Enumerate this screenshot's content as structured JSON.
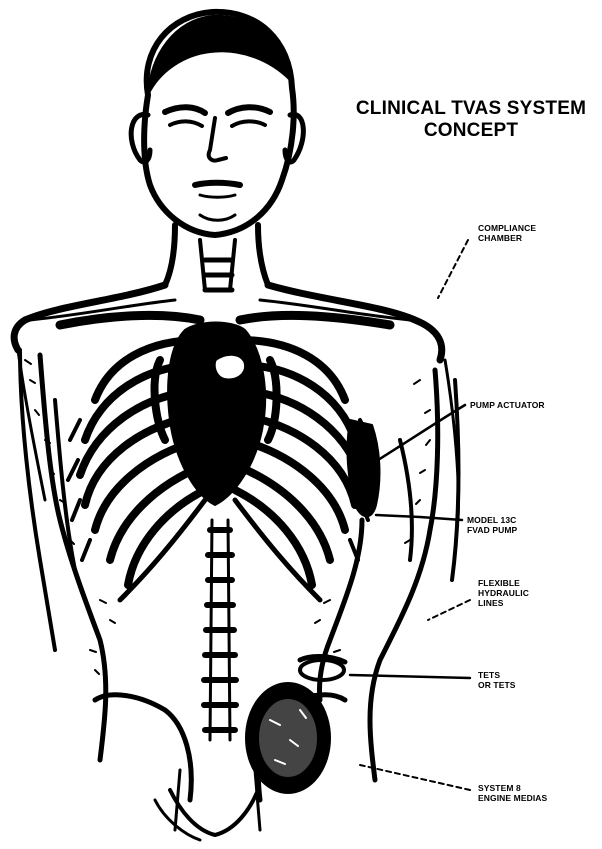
{
  "title": {
    "line1": "CLINICAL TVAS SYSTEM",
    "line2": "CONCEPT"
  },
  "labels": {
    "compliance_chamber": "COMPLIANCE\nCHAMBER",
    "pump_actuator": "PUMP ACTUATOR",
    "model_pump": "MODEL 13C\nFVAD PUMP",
    "flexible_line": "FLEXIBLE\nHYDRAULIC\nLINES",
    "tets": "TETS\nOR TETS",
    "system_engine": "SYSTEM 8\nENGINE MEDIAS"
  },
  "colors": {
    "ink": "#000000",
    "paper": "#ffffff"
  }
}
